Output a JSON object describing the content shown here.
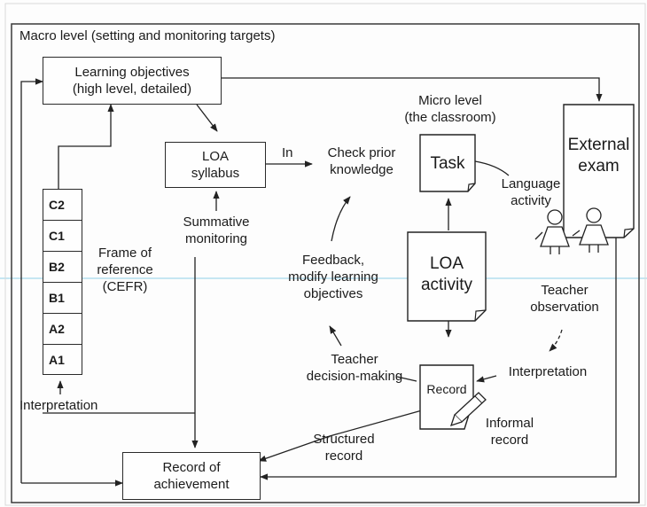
{
  "macro_label": "Macro level (setting and monitoring targets)",
  "micro_label": "Micro level\n(the classroom)",
  "learning_objectives": "Learning objectives\n(high level, detailed)",
  "loa_syllabus": "LOA\nsyllabus",
  "in_label": "In",
  "check_prior": "Check prior\nknowledge",
  "task": "Task",
  "external_exam": "External\nexam",
  "language_activity": "Language\nactivity",
  "cefr_levels": [
    "C2",
    "C1",
    "B2",
    "B1",
    "A2",
    "A1"
  ],
  "frame_of_reference": "Frame of\nreference\n(CEFR)",
  "summative_monitoring": "Summative\nmonitoring",
  "feedback": "Feedback,\nmodify learning\nobjectives",
  "loa_activity": "LOA\nactivity",
  "teacher_observation": "Teacher\nobservation",
  "teacher_decision": "Teacher\ndecision-making",
  "record": "Record",
  "interpretation_right": "Interpretation",
  "interpretation_left": "Interpretation",
  "informal_record": "Informal\nrecord",
  "structured_record": "Structured\nrecord",
  "record_of_achievement": "Record of\nachievement"
}
